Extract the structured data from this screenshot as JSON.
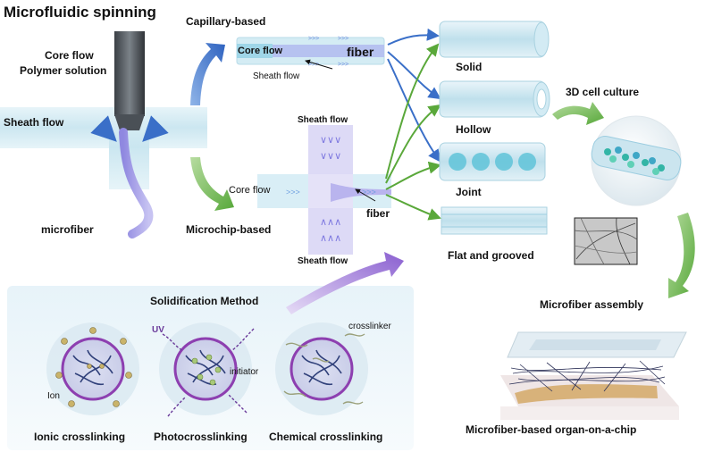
{
  "title": "Microfluidic spinning",
  "left": {
    "core_flow": "Core flow",
    "polymer_solution": "Polymer solution",
    "sheath_flow": "Sheath flow",
    "microfiber": "microfiber"
  },
  "capillary": {
    "label": "Capillary-based",
    "core_flow": "Core flow",
    "fiber": "fiber",
    "sheath_flow": "Sheath flow"
  },
  "microchip": {
    "label": "Microchip-based",
    "sheath_flow_top": "Sheath flow",
    "sheath_flow_bottom": "Sheath flow",
    "core_flow": "Core flow",
    "fiber": "fiber"
  },
  "shapes": [
    "Solid",
    "Hollow",
    "Joint",
    "Flat and grooved"
  ],
  "right": {
    "cell_culture": "3D cell culture",
    "assembly": "Microfiber assembly",
    "organ_chip": "Microfiber-based organ-on-a-chip"
  },
  "solidification": {
    "title": "Solidification Method",
    "ion": "Ion",
    "uv": "UV",
    "initiator": "initiator",
    "crosslinker": "crosslinker",
    "methods": [
      "Ionic crosslinking",
      "Photocrosslinking",
      "Chemical crosslinking"
    ]
  },
  "colors": {
    "blue_arrow": "#3a6fc8",
    "green_arrow": "#5aa83a",
    "purple": "#8a63c8",
    "channel": "#cfe8f2",
    "fiber": "#a9a4e8"
  }
}
